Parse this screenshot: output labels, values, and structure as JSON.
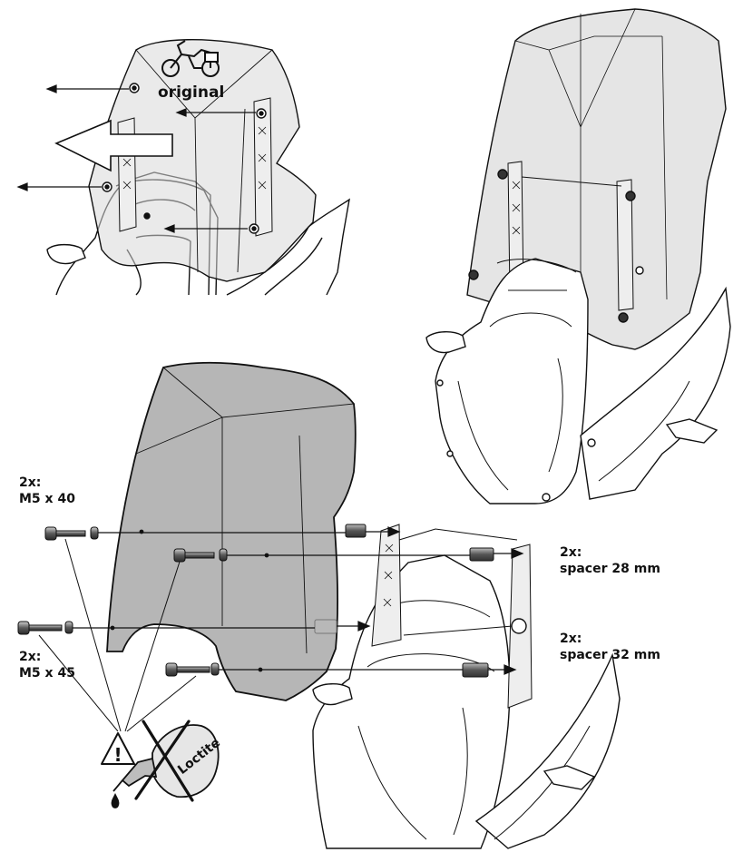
{
  "labels": {
    "original": "original",
    "top_left_qty": "2x:",
    "top_left_size": "M5 x 40",
    "bottom_left_qty": "2x:",
    "bottom_left_size": "M5 x 45",
    "right_upper_qty": "2x:",
    "right_upper_size": "spacer 28 mm",
    "right_lower_qty": "2x:",
    "right_lower_size": "spacer 32 mm",
    "warning_mark": "!",
    "loctite": "Loctite"
  },
  "colors": {
    "line": "#111111",
    "screen_light": "#d4d4d4",
    "screen_dark": "#9a9a9a",
    "spacer": "#7a7a7a",
    "spacer_ghost": "#b8b8b8"
  },
  "icons": [
    "motorcycle-icon",
    "arrow-left-icon",
    "warning-icon",
    "loctite-bottle-icon",
    "cross-out-icon"
  ]
}
